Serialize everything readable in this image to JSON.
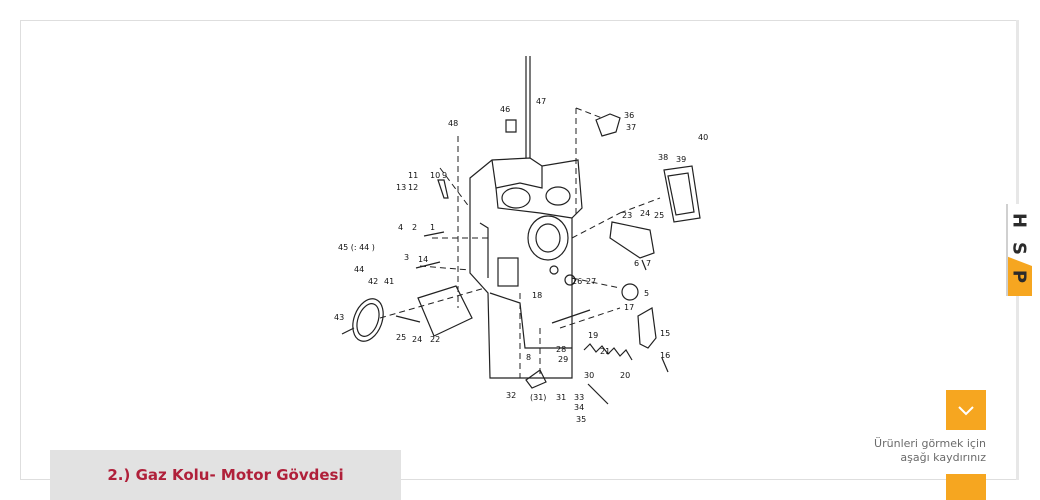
{
  "caption": {
    "title": "2.) Gaz Kolu- Motor Gövdesi"
  },
  "brand_badge": {
    "letters": [
      "H",
      "S",
      "P"
    ]
  },
  "scroll_hint": {
    "icon": "chevron-down-icon",
    "line1": "Ürünleri görmek için",
    "line2": "aşağı kaydırınız"
  },
  "diagram": {
    "part_labels": [
      "1",
      "2",
      "3",
      "4",
      "5",
      "6",
      "7",
      "8",
      "9",
      "10",
      "11",
      "12",
      "13",
      "14",
      "15",
      "16",
      "17",
      "18",
      "19",
      "20",
      "21",
      "22",
      "23",
      "24",
      "25",
      "26",
      "27",
      "28",
      "29",
      "30",
      "31",
      "32",
      "33",
      "34",
      "35",
      "36",
      "37",
      "38",
      "39",
      "40",
      "41",
      "42",
      "43",
      "44",
      "45 (: 44 )",
      "46",
      "47",
      "48",
      "24",
      "25",
      "(31)"
    ]
  },
  "colors": {
    "accent": "#f6a620",
    "caption_text": "#b0203a",
    "caption_bg": "#e2e2e2"
  }
}
